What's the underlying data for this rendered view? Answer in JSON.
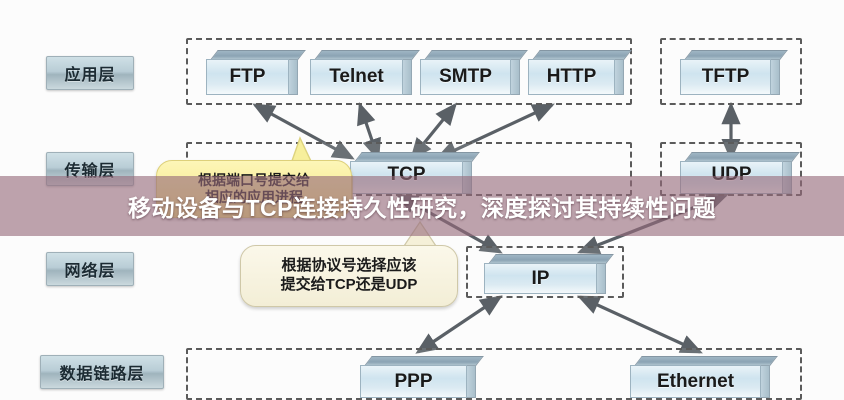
{
  "banner": {
    "title": "移动设备与TCP连接持久性研究，深度探讨其持续性问题",
    "overlay_color": "#966b7a",
    "text_color": "#ffffff"
  },
  "diagram": {
    "background_color": "#fcfcfc",
    "box_accent_color": "#cfe4ef",
    "arrow_color": "#5a6066",
    "dash_color": "#5b5b5b",
    "layers": [
      {
        "name": "application-layer",
        "label": "应用层"
      },
      {
        "name": "transport-layer",
        "label": "传输层"
      },
      {
        "name": "network-layer",
        "label": "网络层"
      },
      {
        "name": "data-link-layer",
        "label": "数据链路层"
      }
    ],
    "application_protocols": [
      {
        "name": "ftp",
        "label": "FTP"
      },
      {
        "name": "telnet",
        "label": "Telnet"
      },
      {
        "name": "smtp",
        "label": "SMTP"
      },
      {
        "name": "http",
        "label": "HTTP"
      }
    ],
    "application_protocols_right": [
      {
        "name": "tftp",
        "label": "TFTP"
      }
    ],
    "transport_protocols": [
      {
        "name": "tcp",
        "label": "TCP"
      },
      {
        "name": "udp",
        "label": "UDP"
      }
    ],
    "network_protocols": [
      {
        "name": "ip",
        "label": "IP"
      }
    ],
    "link_protocols": [
      {
        "name": "ppp",
        "label": "PPP"
      },
      {
        "name": "ethernet",
        "label": "Ethernet"
      }
    ],
    "callouts": [
      {
        "name": "port-number-callout",
        "line1": "根据端口号提交给",
        "line2": "相应的应用进程",
        "style": "yellow"
      },
      {
        "name": "protocol-number-callout",
        "line1": "根据协议号选择应该",
        "line2": "提交给TCP还是UDP",
        "style": "cream"
      }
    ]
  }
}
